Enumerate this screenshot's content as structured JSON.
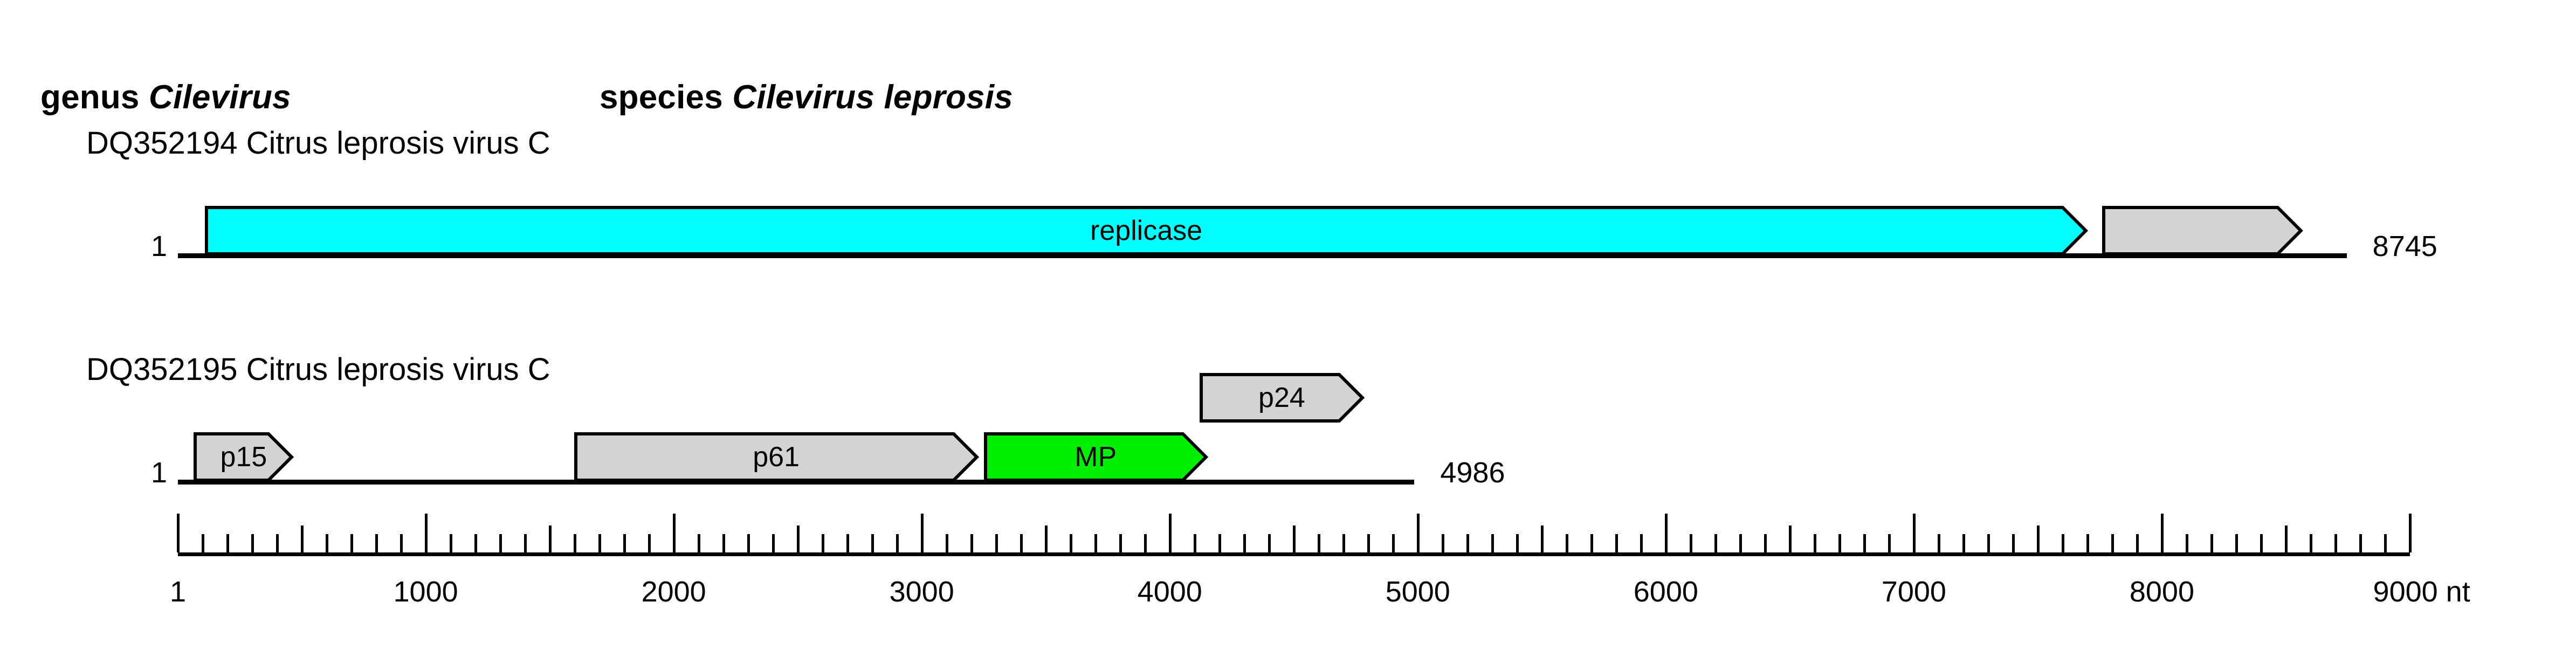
{
  "header": {
    "genus_label": "genus",
    "genus_name": "Cilevirus",
    "species_label": "species",
    "species_name": "Cilevirus leprosis"
  },
  "segments": [
    {
      "title": "DQ352194 Citrus leprosis virus C",
      "start_label": "1",
      "end_label": "8745",
      "length_nt": 8745,
      "orfs": [
        {
          "name": "replicase",
          "label": "replicase",
          "start_nt": 110,
          "end_nt": 7700,
          "color": "#00FFFF",
          "row": 0
        },
        {
          "name": "orf2",
          "label": "",
          "start_nt": 7758,
          "end_nt": 8566,
          "color": "#D3D3D3",
          "row": 0
        }
      ]
    },
    {
      "title": "DQ352195 Citrus leprosis virus C",
      "start_label": "1",
      "end_label": "4986",
      "length_nt": 4986,
      "orfs": [
        {
          "name": "p15",
          "label": "p15",
          "start_nt": 65,
          "end_nt": 467,
          "color": "#D3D3D3",
          "row": 0
        },
        {
          "name": "p61",
          "label": "p61",
          "start_nt": 1598,
          "end_nt": 3228,
          "color": "#D3D3D3",
          "row": 0
        },
        {
          "name": "MP",
          "label": "MP",
          "start_nt": 3250,
          "end_nt": 4152,
          "color": "#00EE00",
          "row": 0
        },
        {
          "name": "p24",
          "label": "p24",
          "start_nt": 4120,
          "end_nt": 4783,
          "color": "#D3D3D3",
          "row": 1
        }
      ]
    }
  ],
  "ruler": {
    "min_nt": 1,
    "max_nt": 9000,
    "major_interval": 1000,
    "mid_interval": 500,
    "minor_interval": 100,
    "unit": "nt",
    "major_labels": [
      "1",
      "1000",
      "2000",
      "3000",
      "4000",
      "5000",
      "6000",
      "7000",
      "8000",
      "9000 nt"
    ]
  },
  "chart_data": {
    "type": "diagram",
    "title": "Cilevirus leprosis genome organization",
    "xlabel": "nt",
    "xlim": [
      1,
      9000
    ],
    "tracks": [
      {
        "name": "DQ352194 Citrus leprosis virus C",
        "length": 8745,
        "features": [
          {
            "label": "replicase",
            "start": 110,
            "end": 7700,
            "color": "#00FFFF",
            "strand": "+"
          },
          {
            "label": "",
            "start": 7758,
            "end": 8566,
            "color": "#D3D3D3",
            "strand": "+"
          }
        ]
      },
      {
        "name": "DQ352195 Citrus leprosis virus C",
        "length": 4986,
        "features": [
          {
            "label": "p15",
            "start": 65,
            "end": 467,
            "color": "#D3D3D3",
            "strand": "+"
          },
          {
            "label": "p61",
            "start": 1598,
            "end": 3228,
            "color": "#D3D3D3",
            "strand": "+"
          },
          {
            "label": "MP",
            "start": 3250,
            "end": 4152,
            "color": "#00EE00",
            "strand": "+"
          },
          {
            "label": "p24",
            "start": 4120,
            "end": 4783,
            "color": "#D3D3D3",
            "strand": "+"
          }
        ]
      }
    ]
  }
}
